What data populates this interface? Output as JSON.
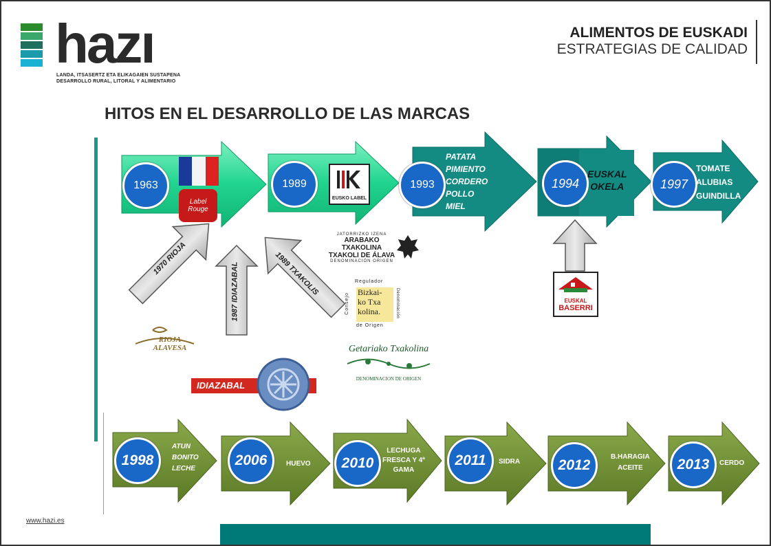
{
  "logo": {
    "wordmark": "hazı",
    "subtitle_1": "LANDA, ITSASERTZ ETA ELIKAGAIEN SUSTAPENA",
    "subtitle_2": "DESARROLLO RURAL, LITORAL Y ALIMENTARIO",
    "stripe_colors": [
      "#2a8c2c",
      "#3aa86b",
      "#1e6f5c",
      "#1b9aaa",
      "#1ab2d3"
    ]
  },
  "header": {
    "line1": "ALIMENTOS DE EUSKADI",
    "line2": "ESTRATEGIAS DE CALIDAD"
  },
  "title": "HITOS EN EL DESARROLLO DE LAS MARCAS",
  "timeline_top": [
    {
      "year": "1963",
      "labels": []
    },
    {
      "year": "1989",
      "labels": []
    },
    {
      "year": "1993",
      "labels": [
        "PATATA",
        "PIMIENTO",
        "CORDERO",
        "POLLO",
        "MIEL"
      ]
    },
    {
      "year": "1994",
      "labels": [
        "EUSKAL",
        "OKELA"
      ]
    },
    {
      "year": "1997",
      "labels": [
        "TOMATE",
        "ALUBIAS",
        "GUINDILLA"
      ]
    }
  ],
  "up_arrows": {
    "rioja": "1970 RIOJA",
    "idiazabal": "1987 IDIAZABAL",
    "txakolis": "1989 TXAKOLIS"
  },
  "emblems": {
    "eusko_label": "EUSKO LABEL",
    "label_rouge": "Label Rouge",
    "araba_1": "JATORRIZKO IZENA",
    "araba_2": "ARABAKO TXAKOLINA",
    "araba_3": "TXAKOLI DE ÁLAVA",
    "araba_4": "DENOMINACIÓN ORIGEN",
    "bizkai_top": "Regulador",
    "bizkai_left": "Consejo",
    "bizkai_right": "Denominación",
    "bizkai_bottom": "de Origen",
    "bizkai_main": "Bizkai-\nko Txa\nkolina.",
    "getaria_1": "Getariako Txakolina",
    "getaria_2": "DENOMINACION DE ORIGEN",
    "rioja_alavesa": "RIOJA ALAVESA",
    "idiazabal": "IDIAZABAL",
    "baserri_1": "EUSKAL",
    "baserri_2": "BASERRI"
  },
  "timeline_bottom": [
    {
      "year": "1998",
      "labels": [
        "ATUN",
        "BONITO",
        "LECHE"
      ]
    },
    {
      "year": "2006",
      "labels": [
        "HUEVO"
      ]
    },
    {
      "year": "2010",
      "labels": [
        "LECHUGA",
        "FRESCA Y 4ª",
        "GAMA"
      ]
    },
    {
      "year": "2011",
      "labels": [
        "SIDRA"
      ]
    },
    {
      "year": "2012",
      "labels": [
        "B.HARAGIA",
        "ACEITE"
      ]
    },
    {
      "year": "2013",
      "labels": [
        "CERDO"
      ]
    }
  ],
  "footer": {
    "url": "www.hazi.es"
  },
  "colors": {
    "green_light": "#2fe0a0",
    "teal": "#138b83",
    "olive": "#6f8f33",
    "circle": "#1967c6"
  }
}
